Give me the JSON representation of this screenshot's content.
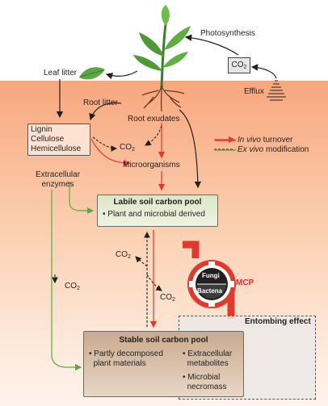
{
  "labels": {
    "photosynthesis": "Photosynthesis",
    "co2_box": "CO",
    "efflux": "Efflux",
    "leaf_litter": "Leaf litter",
    "root_litter": "Root litter",
    "root_exudates": "Root exudates",
    "lignin": "Lignin",
    "cellulose": "Cellulose",
    "hemicellulose": "Hemicellulose",
    "co2_a": "CO",
    "microorganisms": "Microorganisms",
    "extracellular": "Extracellular",
    "enzymes": "enzymes",
    "co2_b": "CO",
    "co2_c": "CO",
    "co2_d": "CO",
    "subscript": "2",
    "fungi": "Fungi",
    "bacteria": "Bactena",
    "mcp": "MCP",
    "entombing": "Entombing effect"
  },
  "legend": {
    "in_vivo": "In vivo",
    "in_vivo_rest": " turnover",
    "ex_vivo": "Ex vivo",
    "ex_vivo_rest": " modification"
  },
  "labile": {
    "title": "Labile soil carbon pool",
    "item": "Plant and microbial derived"
  },
  "stable": {
    "title": "Stable soil carbon pool",
    "item1_line1": "Partly decomposed",
    "item1_line2": "plant materials",
    "item2_line1": "Extracellular",
    "item2_line2": "metabolites",
    "item3_line1": "Microbial",
    "item3_line2": "necromass"
  },
  "colors": {
    "in_vivo": "#e03a2f",
    "ex_vivo": "#5aa845",
    "soil_top": "#f7a77d"
  }
}
